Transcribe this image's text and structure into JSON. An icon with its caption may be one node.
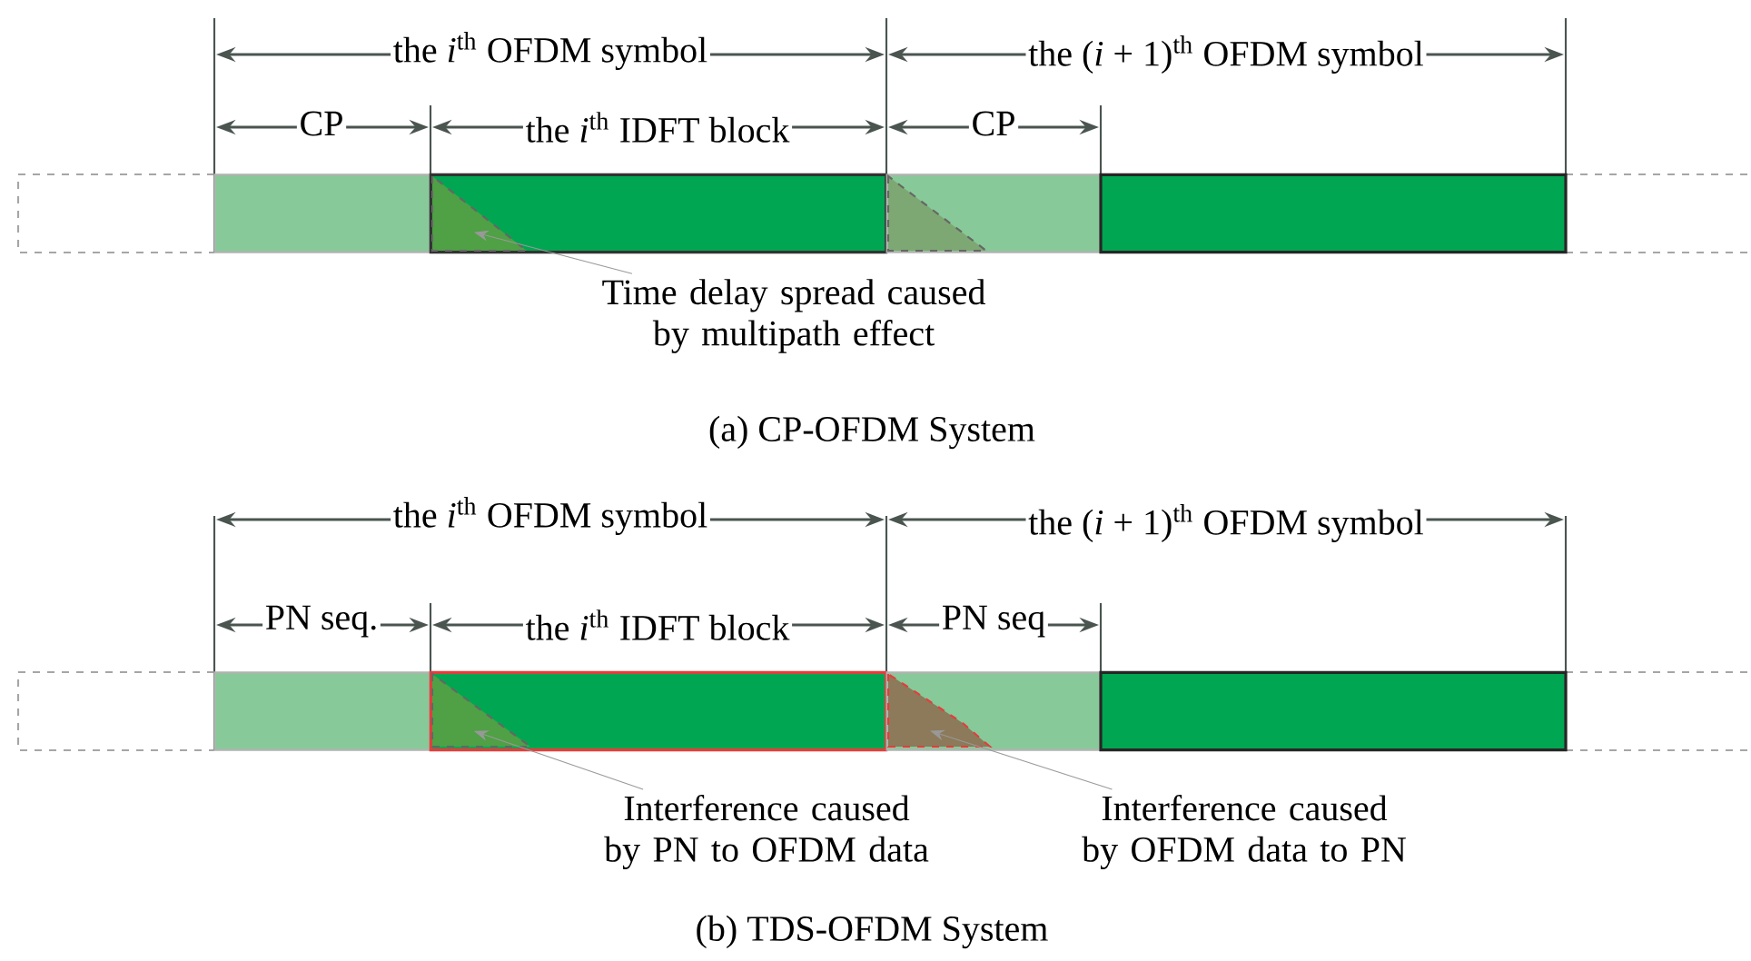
{
  "diagram": {
    "nodes": [
      {
        "text": [],
        "shape": "box"
      },
      {
        "text": [],
        "shape": "box"
      },
      {
        "text": [],
        "shape": "triangle",
        "in": 1
      },
      {
        "text": [],
        "shape": "box"
      },
      {
        "text": [],
        "shape": "triangle",
        "in": 3
      },
      {
        "text": [],
        "shape": "box"
      },
      {
        "text": [
          "Time delay spread caused by multipath effect"
        ]
      },
      {
        "text": [],
        "shape": "box"
      },
      {
        "text": [],
        "shape": "box"
      },
      {
        "text": [],
        "shape": "triangle",
        "in": 8
      },
      {
        "text": [],
        "shape": "box"
      },
      {
        "text": [],
        "shape": "triangle",
        "in": 10
      },
      {
        "text": [],
        "shape": "box"
      },
      {
        "text": [
          "Interference caused by PN to OFDM data"
        ]
      },
      {
        "text": [
          "Interference caused by OFDM data to PN"
        ]
      }
    ],
    "edges": [
      {
        "from": 6,
        "to": 2,
        "arrow": "to"
      },
      {
        "from": 13,
        "to": 9,
        "arrow": "to"
      },
      {
        "from": 14,
        "to": 11,
        "arrow": "to"
      }
    ],
    "labels": [
      "the *i*$^{th}$ OFDM symbol",
      "the (*i* + 1)$^{th}$ OFDM symbol",
      "CP",
      "the *i*$^{th}$ IDFT block",
      "CP",
      "(a) CP-OFDM System",
      "the *i*$^{th}$ OFDM symbol",
      "the (*i* + 1)$^{th}$ OFDM symbol",
      "PN seq.",
      "the *i*$^{th}$ IDFT block",
      "PN seq",
      "(b) TDS-OFDM System"
    ]
  }
}
